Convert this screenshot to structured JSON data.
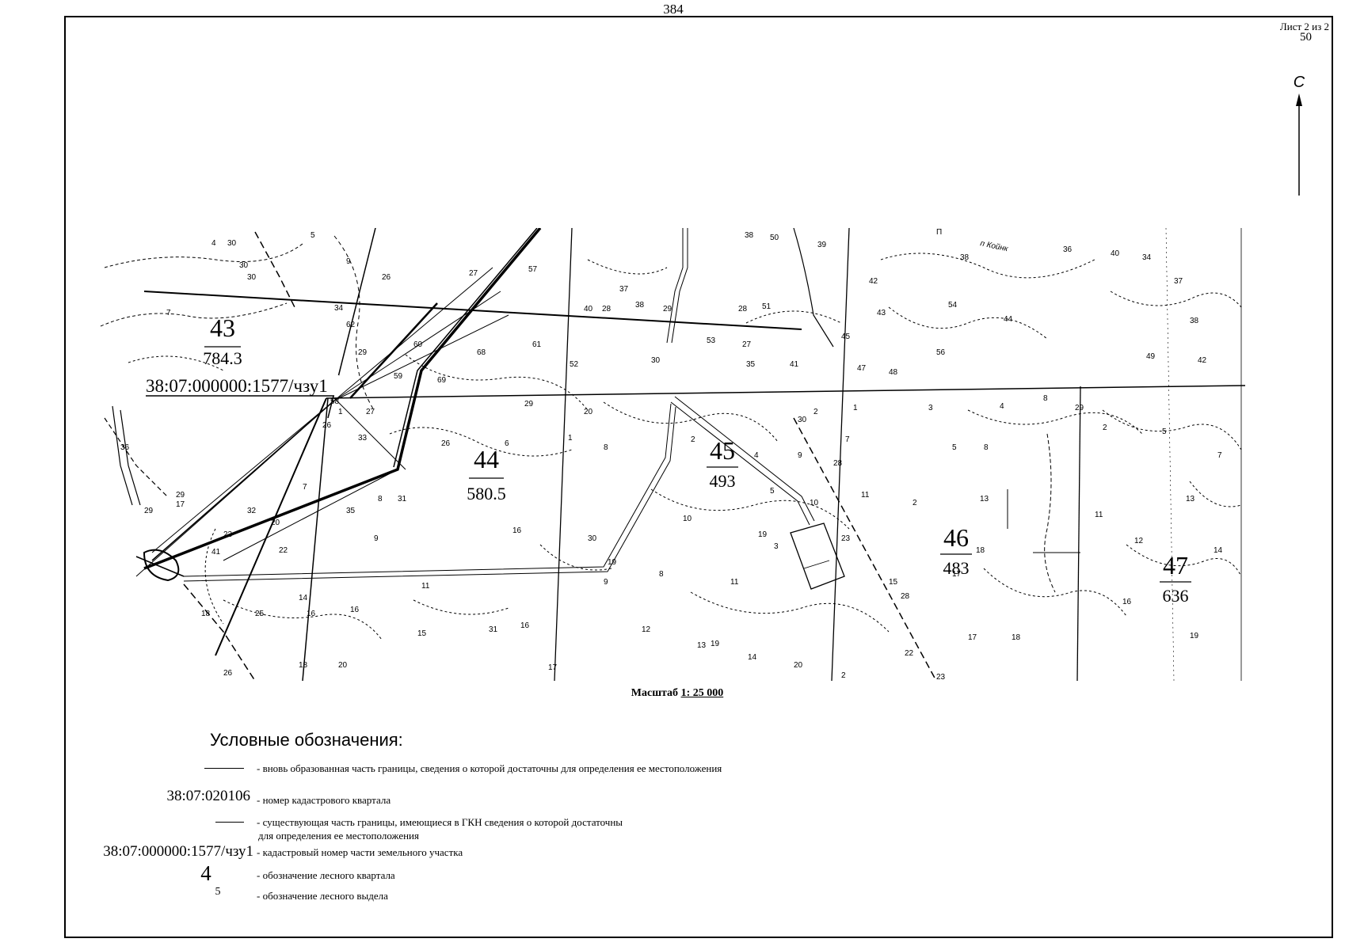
{
  "page_number": "384",
  "sheet": {
    "label": "Лист 2 из 2",
    "sub": "50"
  },
  "north": {
    "letter": "С"
  },
  "map": {
    "parcel_label": "38:07:000000:1577/чзу1",
    "quarters": [
      {
        "num": "43",
        "area": "784.3"
      },
      {
        "num": "44",
        "area": "580.5"
      },
      {
        "num": "45",
        "area": "493"
      },
      {
        "num": "46",
        "area": "483"
      },
      {
        "num": "47",
        "area": "636"
      }
    ],
    "road_label": "п Койнк"
  },
  "scale": {
    "prefix": "Масштаб",
    "value": "1: 25 000"
  },
  "legend": {
    "title": "Условные обозначения:",
    "items": [
      {
        "symbol": "",
        "desc": "- вновь образованная часть границы, сведения о которой достаточны для определения ее местоположения"
      },
      {
        "symbol": "38:07:020106",
        "desc": "- номер кадастрового квартала"
      },
      {
        "symbol": "",
        "desc": "- существующая часть границы, имеющиеся в ГКН сведения о которой достаточны",
        "desc2": "для определения ее местоположения"
      },
      {
        "symbol": "38:07:000000:1577/чзу1",
        "desc": "- кадастровый номер части земельного участка"
      },
      {
        "symbol": "4",
        "desc": "- обозначение лесного квартала"
      },
      {
        "symbol": "5",
        "desc": "- обозначение лесного выдела"
      }
    ]
  }
}
